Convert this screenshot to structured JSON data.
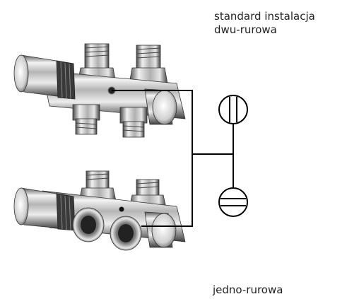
{
  "labels": {
    "two_pipe_line1": "standard instalacja",
    "two_pipe_line2": "dwu-rurowa",
    "one_pipe": "jedno-rurowa"
  },
  "symbols": {
    "upper": "two-pipe-symbol-icon",
    "lower": "one-pipe-symbol-icon"
  },
  "colors": {
    "metal_light": "#f2f2f2",
    "metal_mid": "#c4c4c4",
    "metal_dark": "#4a4a4a",
    "line": "#000000"
  }
}
